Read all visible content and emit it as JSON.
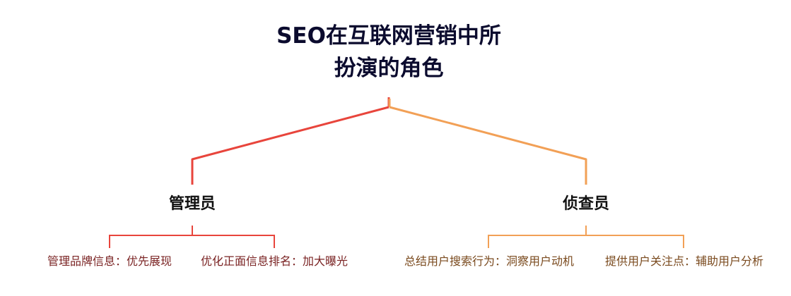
{
  "title": {
    "line1": "SEO在互联网营销中所",
    "line2": "扮演的角色"
  },
  "branches": [
    {
      "label": "管理员",
      "color": "#e8453c",
      "leaves": [
        "管理品牌信息：优先展现",
        "优化正面信息排名：加大曝光"
      ]
    },
    {
      "label": "侦查员",
      "color": "#f2a056",
      "leaves": [
        "总结用户搜索行为：洞察用户动机",
        "提供用户关注点：辅助用户分析"
      ]
    }
  ]
}
